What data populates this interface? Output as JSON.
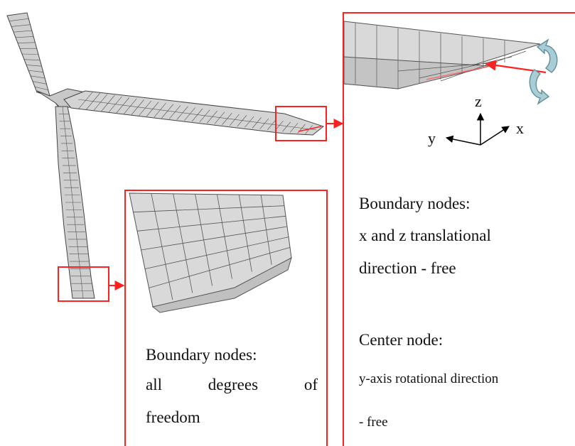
{
  "colors": {
    "highlight": "#ff2020",
    "mesh_fill": "#d6d6d6",
    "mesh_line": "#555555",
    "rotation_arrow": "#a9cdd6"
  },
  "axes": {
    "z": "z",
    "y": "y",
    "x": "x"
  },
  "right_panel": {
    "boundary_title": "Boundary nodes:",
    "boundary_line1": "x and z translational",
    "boundary_line2": "direction - free",
    "center_title": "Center node:",
    "center_line1": "y-axis rotational direction",
    "center_line2": "- free"
  },
  "left_panel": {
    "boundary_title": "Boundary nodes:",
    "line2_words": [
      "all",
      "degrees",
      "of"
    ],
    "line3": "freedom"
  }
}
